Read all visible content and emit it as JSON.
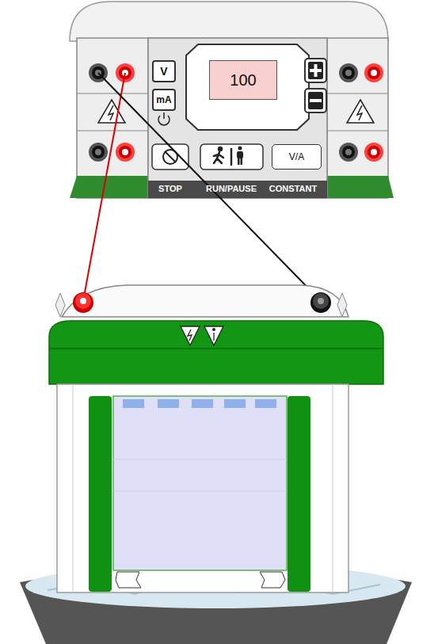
{
  "diagram": {
    "nodes": [
      {
        "text": [
          "V"
        ]
      },
      {
        "text": [
          "mA"
        ]
      },
      {
        "text": [
          "100"
        ]
      },
      {
        "text": [
          "V/A"
        ]
      }
    ],
    "labels": [
      "STOP",
      "RUN/PAUSE",
      "CONSTANT"
    ]
  }
}
